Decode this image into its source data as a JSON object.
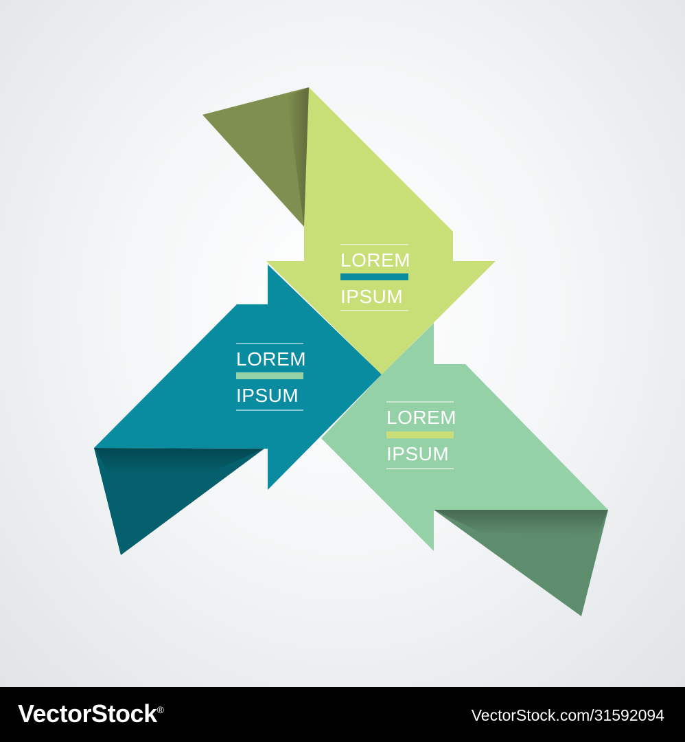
{
  "colors": {
    "top_arrow": "#c8df78",
    "top_fold": "#7f8f4f",
    "left_arrow": "#0a8ca0",
    "left_fold": "#04606c",
    "right_arrow": "#94d1a6",
    "right_fold": "#5e8d6e",
    "top_bar": "#0a8ca0",
    "left_bar": "#94d1a6",
    "right_bar": "#c8df78"
  },
  "arrows": {
    "top": {
      "line1": "LOREM",
      "line2": "IPSUM"
    },
    "left": {
      "line1": "LOREM",
      "line2": "IPSUM"
    },
    "right": {
      "line1": "LOREM",
      "line2": "IPSUM"
    }
  },
  "footer": {
    "brand": "VectorStock",
    "brand_mark": "®",
    "credit": "VectorStock.com/31592094"
  }
}
